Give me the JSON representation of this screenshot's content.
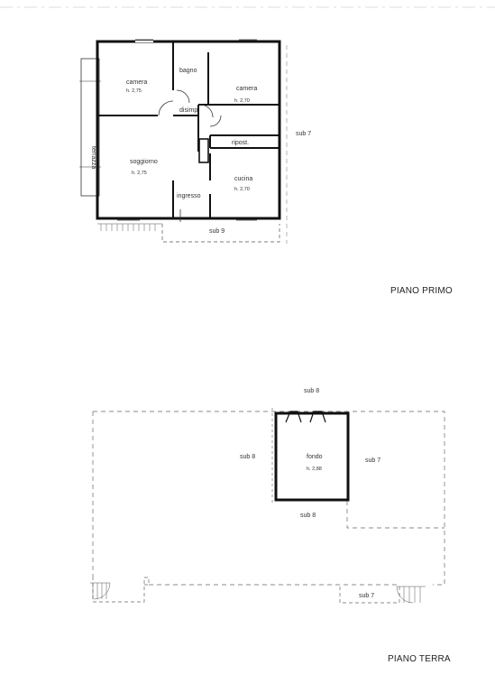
{
  "first_floor": {
    "title": "PIANO PRIMO",
    "rooms": {
      "camera_left": {
        "name": "camera",
        "height": "h. 2,75"
      },
      "bagno": {
        "name": "bagno"
      },
      "disimp": {
        "name": "disimp."
      },
      "camera_right": {
        "name": "camera",
        "height": "h. 2,70"
      },
      "soggiorno": {
        "name": "soggiorno",
        "height": "h. 2,75"
      },
      "ripost": {
        "name": "ripost."
      },
      "ingresso": {
        "name": "ingresso"
      },
      "cucina": {
        "name": "cucina",
        "height": "h. 2,70"
      }
    },
    "terrace": "terrazza",
    "subs": {
      "right": "sub 7",
      "bottom": "sub 9"
    }
  },
  "ground_floor": {
    "title": "PIANO TERRA",
    "room": {
      "name": "fondo",
      "height": "h. 2,88"
    },
    "subs": {
      "top": "sub 8",
      "left": "sub 8",
      "right": "sub 7",
      "below_room": "sub 8",
      "bottom_right": "sub 7"
    }
  }
}
